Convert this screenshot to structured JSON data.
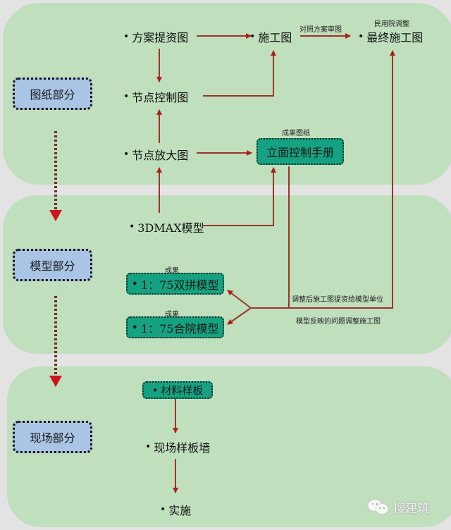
{
  "sections": [
    {
      "label": "图纸部分"
    },
    {
      "label": "模型部分"
    },
    {
      "label": "现场部分"
    }
  ],
  "nodes": {
    "scheme": "方案提资图",
    "construction": "施工图",
    "final": "最终施工图",
    "node_control": "节点控制图",
    "node_detail": "节点放大图",
    "facade_manual": "立面控制手册",
    "max_model": "3DMAX模型",
    "model_duplex": "1：75双拼模型",
    "model_courtyard": "1：75合院模型",
    "material_sample": "材料样板",
    "site_wall": "现场样板墙",
    "implement": "实施"
  },
  "annotations": {
    "compare_scheme": "对照方案审图",
    "civil_adjust": "民用院调整",
    "result_drawings": "成果图纸",
    "result_1": "成果",
    "result_2": "成果",
    "adjust_give_model": "调整后施工图提资给模型单位",
    "model_feedback": "模型反映的问题调整施工图"
  },
  "bullet": "•",
  "watermark": {
    "text": "搜建筑",
    "icon": "wechat-icon"
  },
  "colors": {
    "panel": "#bfdfbd",
    "background": "#e3e3e3",
    "section_box": "#a9c4e4",
    "teal_box": "#14a283",
    "arrow": "#a8231f",
    "line": "#8b3a2a"
  }
}
